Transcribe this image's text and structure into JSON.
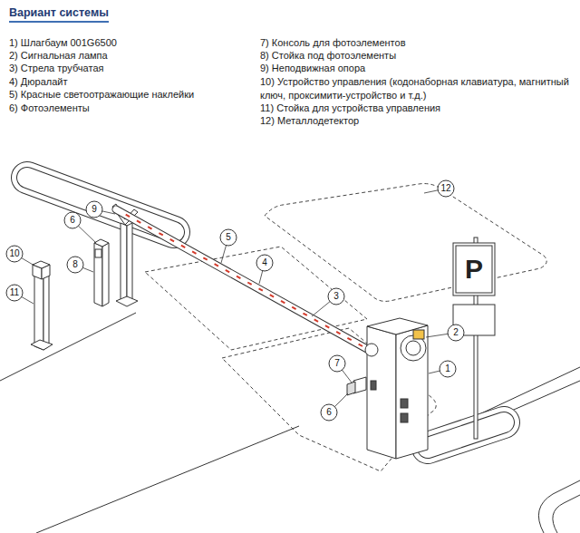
{
  "diagram": {
    "title": "Вариант системы",
    "nodes": [
      {
        "text": [
          "12"
        ]
      },
      {
        "text": [
          "9"
        ]
      },
      {
        "text": [
          "6"
        ]
      },
      {
        "text": [
          "5"
        ]
      },
      {
        "text": [
          "10"
        ]
      },
      {
        "text": [
          "4"
        ]
      },
      {
        "text": [
          "8"
        ]
      },
      {
        "text": [
          "3"
        ]
      },
      {
        "text": [
          "11"
        ]
      },
      {
        "text": [
          "2"
        ]
      },
      {
        "text": [
          "7"
        ]
      },
      {
        "text": [
          "1"
        ]
      },
      {
        "text": [
          "6"
        ]
      }
    ],
    "labels": [
      "1) Шлагбаум 001G6500",
      "2) Сигнальная лампа",
      "3) Стрела трубчатая",
      "4) Дюралайт",
      "5) Красные светоотражающие наклейки",
      "6) Фотоэлементы",
      "7) Консоль для фотоэлементов",
      "8) Стойка под фотоэлементы",
      "9) Неподвижная опора",
      "10) Устройство управления (кодонаборная клавиатура, магнитный ключ, проксимити-устройство и т.д.)",
      "11) Стойка для устройства управления",
      "12) Металлодетектор",
      "P"
    ]
  }
}
